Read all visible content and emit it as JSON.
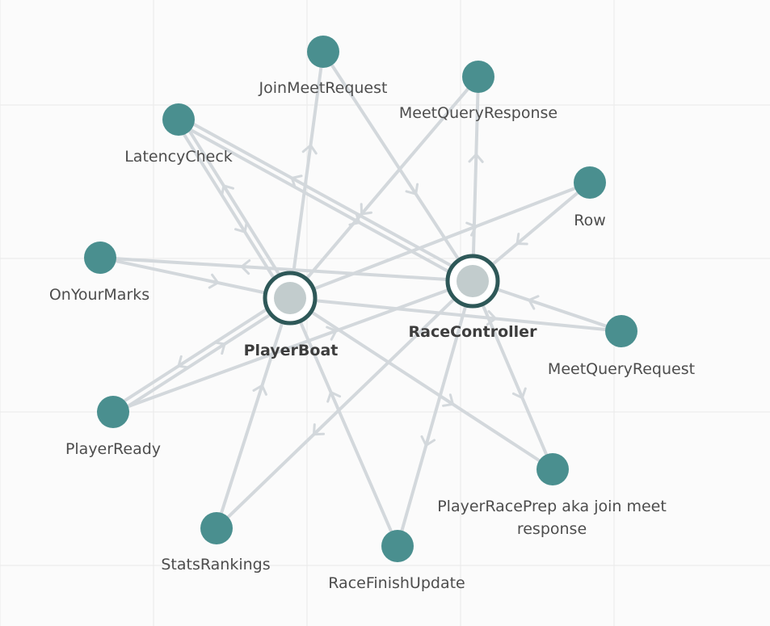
{
  "graph": {
    "hubs": [
      {
        "id": "playerboat",
        "label": "PlayerBoat"
      },
      {
        "id": "racecontroller",
        "label": "RaceController"
      }
    ],
    "nodes": [
      {
        "id": "joinmeetrequest",
        "label": "JoinMeetRequest"
      },
      {
        "id": "meetqueryresponse",
        "label": "MeetQueryResponse"
      },
      {
        "id": "latencycheck",
        "label": "LatencyCheck"
      },
      {
        "id": "row",
        "label": "Row"
      },
      {
        "id": "onyourmarks",
        "label": "OnYourMarks"
      },
      {
        "id": "meetqueryrequest",
        "label": "MeetQueryRequest"
      },
      {
        "id": "playerready",
        "label": "PlayerReady"
      },
      {
        "id": "playerraceprep",
        "label": "PlayerRacePrep aka join meet",
        "label_line2": "response"
      },
      {
        "id": "statsrankings",
        "label": "StatsRankings"
      },
      {
        "id": "racefinishupdate",
        "label": "RaceFinishUpdate"
      }
    ],
    "edges": [
      {
        "from": "playerboat",
        "to": "joinmeetrequest"
      },
      {
        "from": "meetqueryresponse",
        "to": "playerboat"
      },
      {
        "from": "latencycheck",
        "to": "playerboat"
      },
      {
        "from": "playerboat",
        "to": "latencycheck"
      },
      {
        "from": "playerboat",
        "to": "row"
      },
      {
        "from": "onyourmarks",
        "to": "playerboat"
      },
      {
        "from": "playerboat",
        "to": "meetqueryrequest"
      },
      {
        "from": "playerready",
        "to": "playerboat"
      },
      {
        "from": "playerboat",
        "to": "playerready"
      },
      {
        "from": "statsrankings",
        "to": "playerboat"
      },
      {
        "from": "racefinishupdate",
        "to": "playerboat"
      },
      {
        "from": "playerboat",
        "to": "playerraceprep"
      },
      {
        "from": "joinmeetrequest",
        "to": "racecontroller"
      },
      {
        "from": "racecontroller",
        "to": "meetqueryresponse"
      },
      {
        "from": "latencycheck",
        "to": "racecontroller"
      },
      {
        "from": "racecontroller",
        "to": "latencycheck"
      },
      {
        "from": "row",
        "to": "racecontroller"
      },
      {
        "from": "racecontroller",
        "to": "onyourmarks"
      },
      {
        "from": "meetqueryrequest",
        "to": "racecontroller"
      },
      {
        "from": "playerready",
        "to": "racecontroller"
      },
      {
        "from": "racecontroller",
        "to": "statsrankings"
      },
      {
        "from": "racecontroller",
        "to": "racefinishupdate"
      },
      {
        "from": "racecontroller",
        "to": "playerraceprep"
      }
    ]
  },
  "colors": {
    "background": "#fbfbfb",
    "grid": "#e9e9e9",
    "edge": "#d3d8dc",
    "node": "#4a8f8f",
    "hub_ring": "#2e5858",
    "hub_fill": "#c2cccd",
    "label": "#4d4d4d"
  }
}
